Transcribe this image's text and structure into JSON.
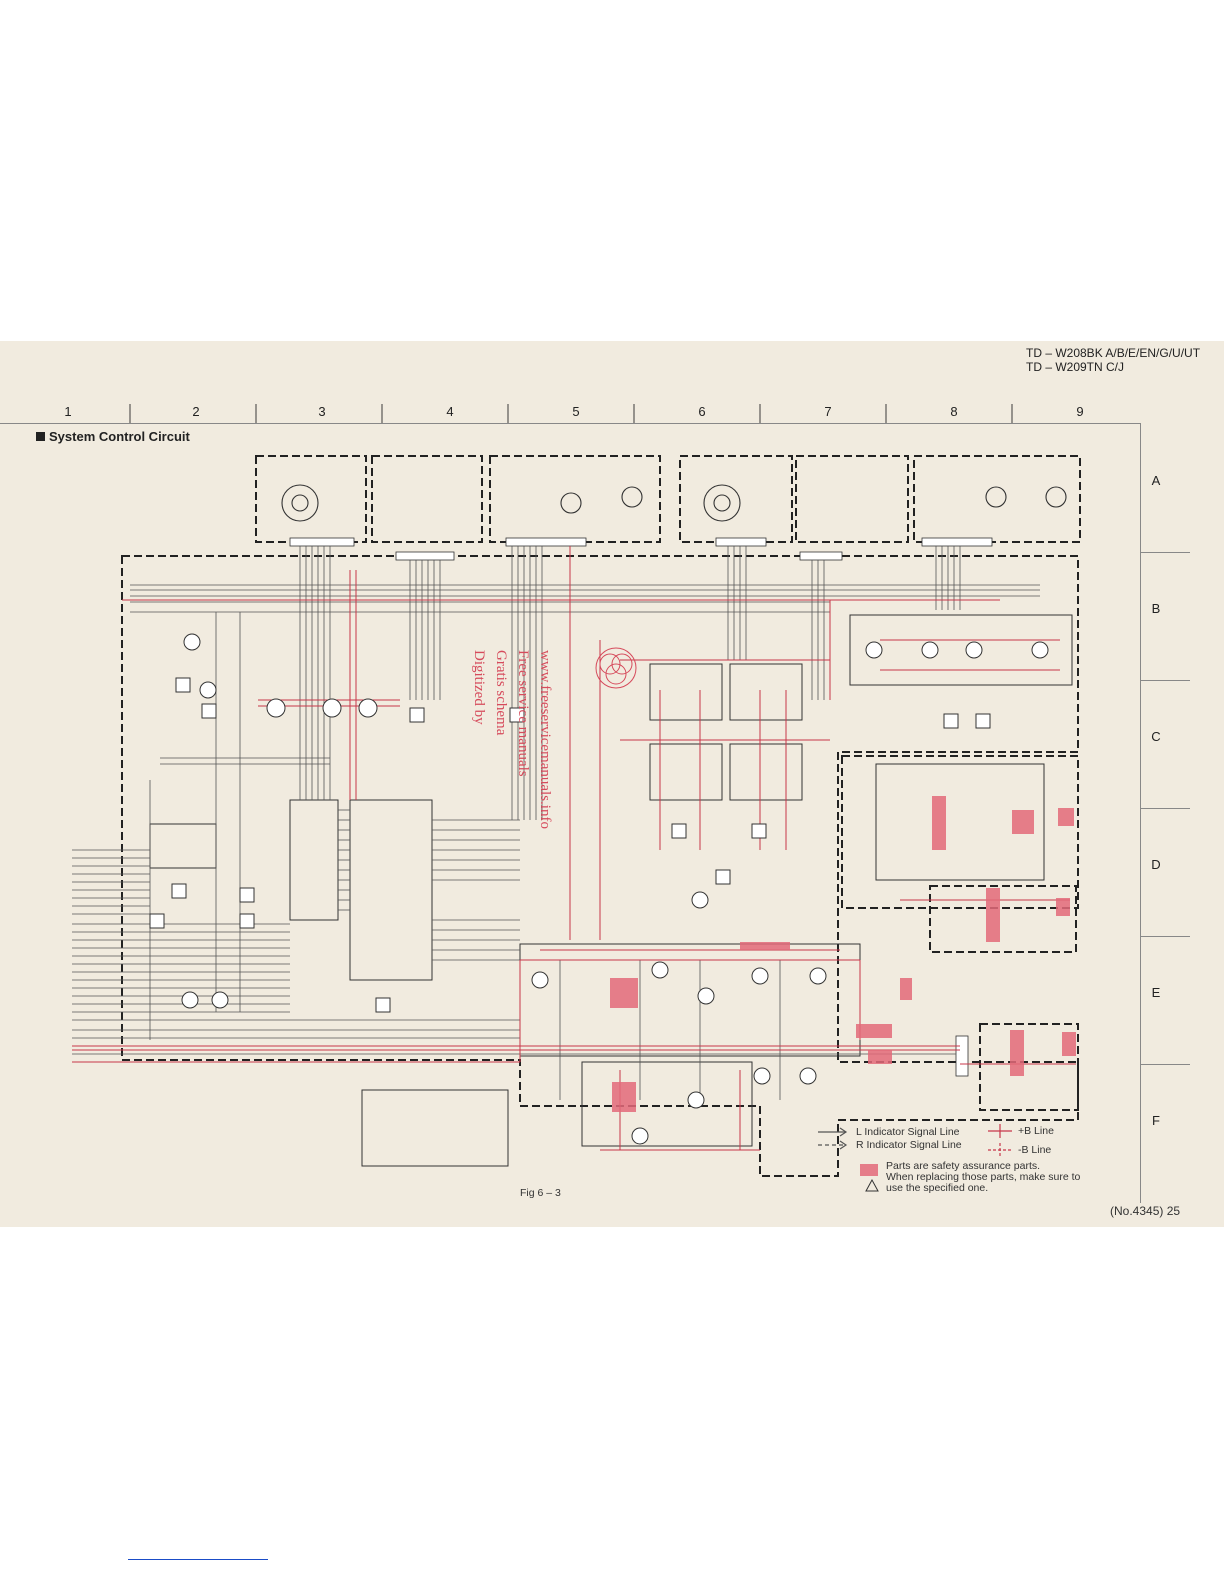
{
  "header": {
    "model_line_1": "TD – W208BK A/B/E/EN/G/U/UT",
    "model_line_2": "TD – W209TN C/J"
  },
  "grid": {
    "columns": [
      "1",
      "2",
      "3",
      "4",
      "5",
      "6",
      "7",
      "8",
      "9"
    ],
    "rows": [
      "A",
      "B",
      "C",
      "D",
      "E",
      "F"
    ]
  },
  "section_title": "System Control Circuit",
  "watermark": {
    "line1": "www.freeservicemanuals.info",
    "line2": "Free service manuals",
    "line3": "Gratis schema",
    "line4": "Digitized by"
  },
  "legend": {
    "l_signal": "L Indicator Signal Line",
    "r_signal": "R Indicator Signal Line",
    "plus_b": "+B Line",
    "minus_b": "-B Line",
    "safety_line1": "Parts are safety assurance parts.",
    "safety_line2": "When replacing those parts, make sure to",
    "safety_line3": "use the specified one."
  },
  "figure_caption": "Fig 6 – 3",
  "page_number": "(No.4345)  25",
  "colors": {
    "paper": "#f1ebdf",
    "ink": "#3a3a3a",
    "red_line": "#c8374a",
    "safety_fill": "#e36a7a"
  }
}
